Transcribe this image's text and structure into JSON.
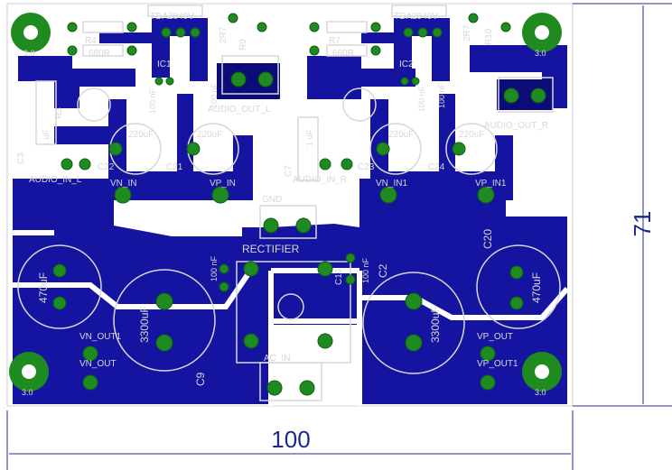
{
  "dimensions": {
    "width": "100",
    "height": "71"
  },
  "colors": {
    "board": "#ffffff",
    "copper": "#1414a0",
    "copper_dark": "#0c0c78",
    "pad": "#1f8a1f",
    "silk": "#d8d8d8",
    "dim_line": "#2a2a9a"
  },
  "labels": {
    "ic1": "TDA2040V",
    "ic2": "TDA2040V",
    "r4": "R4",
    "r4_val": "680R",
    "r3": "R3",
    "r9": "R9",
    "r9_val": "2R7",
    "r7": "R7",
    "r7_val": "680R",
    "r10": "R10",
    "r10_val": "2R7",
    "ic1_lbl": "IC1",
    "ic2_lbl": "IC2",
    "cap_100nf_1": "100 nF",
    "cap_100nf_2": "100 nF",
    "cap_100nf_3": "100 nF",
    "cap_100nf_4": "100 nF",
    "cap_100nf_5": "100 nF",
    "cap_100nf_6": "100 nF",
    "audio_out_l": "AUDIO_OUT_L",
    "audio_out_r": "AUDIO_OUT_R",
    "audio_in_l": "AUDIO_IN_L",
    "audio_in_r": "AUDIO_IN_R",
    "c22_val": "220uF",
    "c21_val": "220uF",
    "c23_val": "220uF",
    "c24_val": "220uF",
    "c22": "C22",
    "c21": "C21",
    "c23": "C23",
    "c24": "C24",
    "c3": "C3",
    "c7": "C7",
    "c1uf_l": "1 uF",
    "c1uf_r": "1 uF",
    "vn_in": "VN_IN",
    "vp_in": "VP_IN",
    "vn_in1": "VN_IN1",
    "vp_in1": "VP_IN1",
    "gnd": "GND",
    "rectifier": "RECTIFIER",
    "c470_l": "470uF",
    "c470_r": "470uF",
    "c3300_l": "3300uF",
    "c3300_r": "3300uF",
    "c9": "C9",
    "c2": "C2",
    "c20": "C20",
    "c10": "C10",
    "vn_out1": "VN_OUT1",
    "vn_out": "VN_OUT",
    "vp_out": "VP_OUT",
    "vp_out1": "VP_OUT1",
    "ac_in": "AC_IN",
    "hole_tl": "3.0",
    "hole_tr": "3.0",
    "hole_bl": "3.0",
    "hole_br": "3.0"
  }
}
